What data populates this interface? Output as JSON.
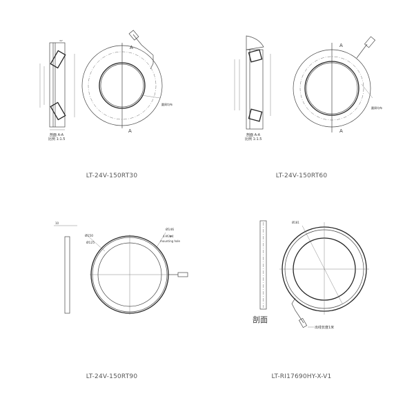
{
  "products": [
    {
      "caption": "LT-24V-150RT30",
      "section_mark": "A",
      "section_label": "剖面 A-A",
      "scale_label": "比例 1:1.5",
      "hole_note": "圆周均布"
    },
    {
      "caption": "LT-24V-150RT60",
      "section_mark": "A",
      "section_label": "剖面 A-A",
      "scale_label": "比例 1:1.5",
      "hole_note": "圆周均布"
    },
    {
      "caption": "LT-24V-150RT90",
      "thickness": "10",
      "dim_outer": "Ø150",
      "dim_inner": "Ø125",
      "dim_holes": "Ø146",
      "hole_note": "4-M3▼4",
      "hole_note2": "mounting hole"
    },
    {
      "caption": "LT-RI17690HY-X-V1",
      "section_label": "剖面",
      "dim_outer": "Ø181",
      "cable_note": "出线长度1米"
    }
  ]
}
